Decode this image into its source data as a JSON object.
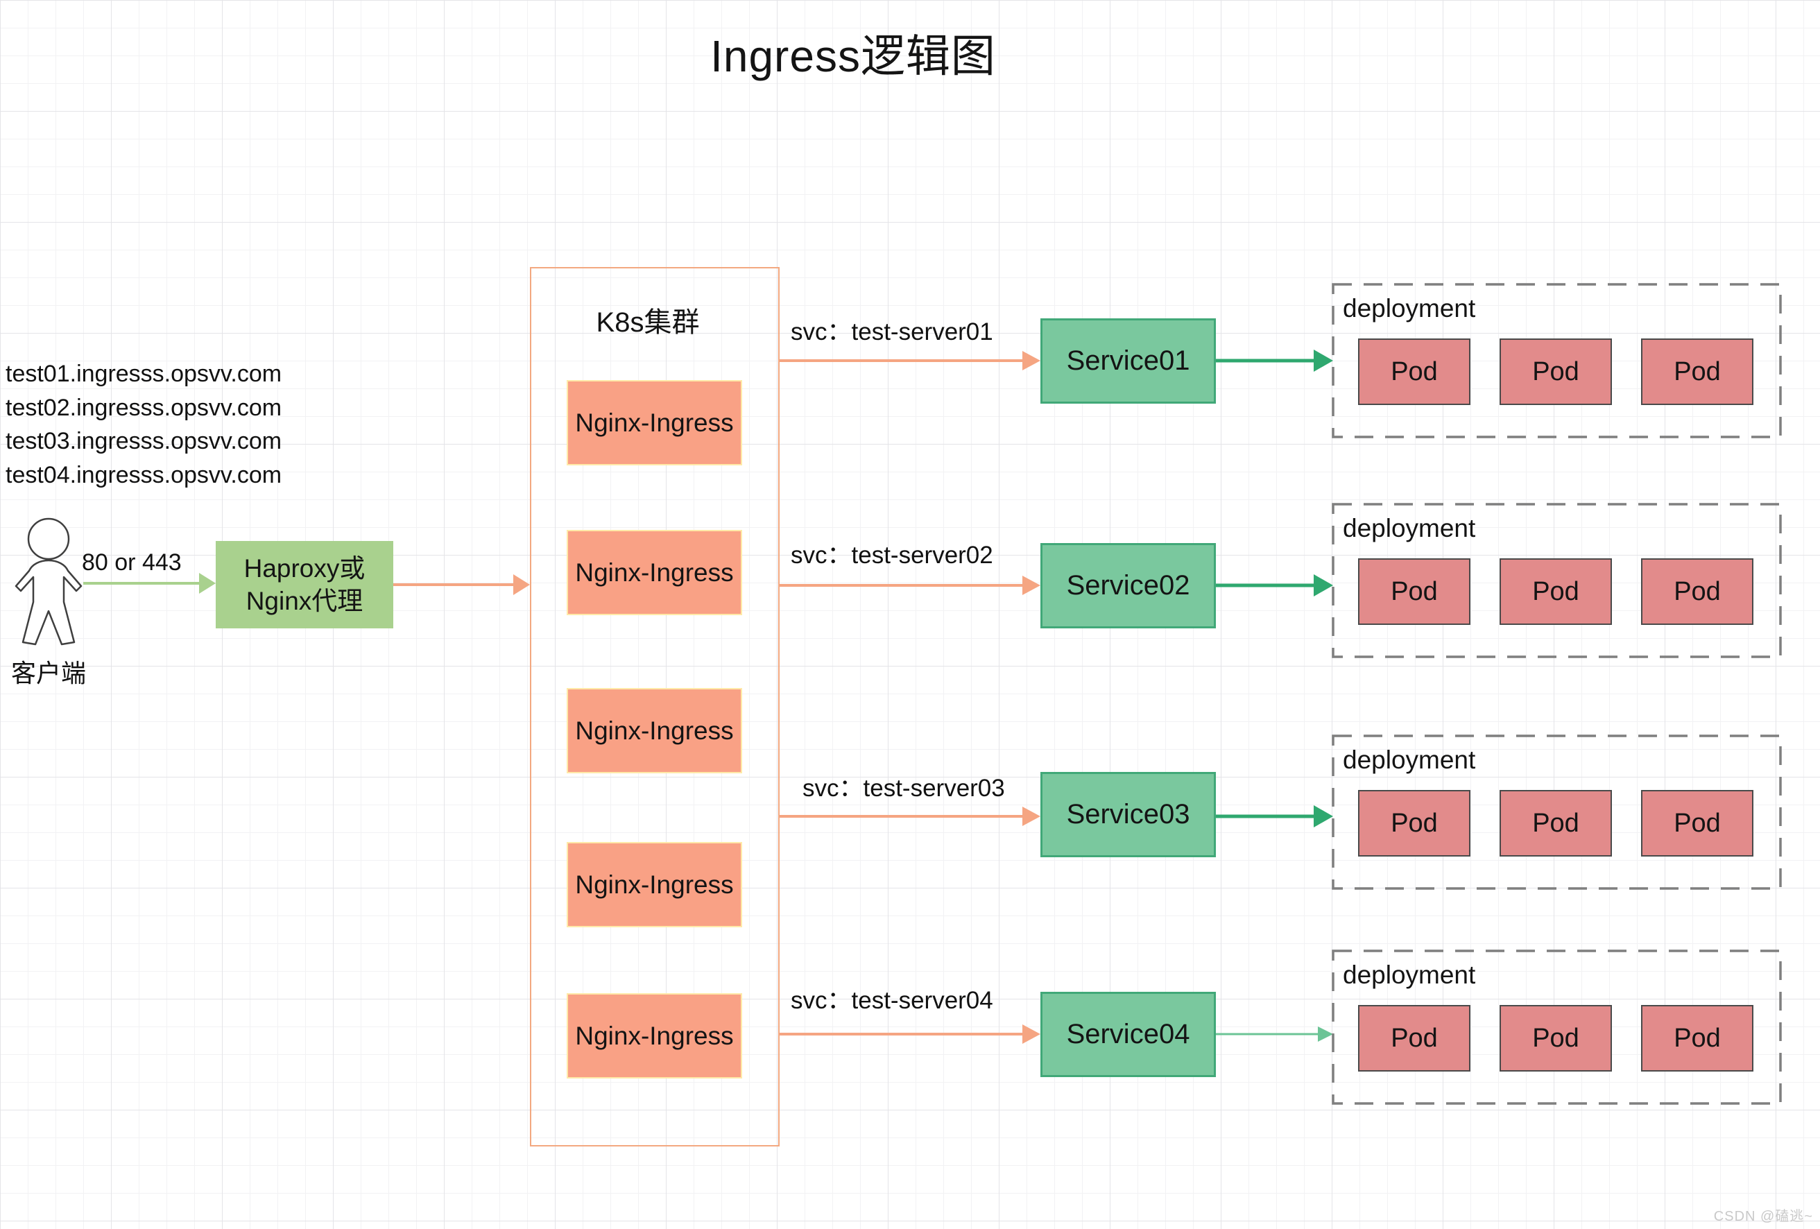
{
  "title": "Ingress逻辑图",
  "domains": {
    "list": [
      "test01.ingresss.opsvv.com",
      "test02.ingresss.opsvv.com",
      "test03.ingresss.opsvv.com",
      "test04.ingresss.opsvv.com"
    ],
    "joined": "test01.ingresss.opsvv.com\ntest02.ingresss.opsvv.com\ntest03.ingresss.opsvv.com\ntest04.ingresss.opsvv.com"
  },
  "client": {
    "label": "客户端",
    "port_label": "80 or 443"
  },
  "proxy": {
    "label": "Haproxy或\nNginx代理"
  },
  "cluster": {
    "label": "K8s集群",
    "ingress_nodes": [
      "Nginx-Ingress",
      "Nginx-Ingress",
      "Nginx-Ingress",
      "Nginx-Ingress",
      "Nginx-Ingress"
    ]
  },
  "rows": [
    {
      "svc_label": "svc：test-server01",
      "service_label": "Service01",
      "deployment_label": "deployment",
      "pods": [
        "Pod",
        "Pod",
        "Pod"
      ]
    },
    {
      "svc_label": "svc：test-server02",
      "service_label": "Service02",
      "deployment_label": "deployment",
      "pods": [
        "Pod",
        "Pod",
        "Pod"
      ]
    },
    {
      "svc_label": "svc：test-server03",
      "service_label": "Service03",
      "deployment_label": "deployment",
      "pods": [
        "Pod",
        "Pod",
        "Pod"
      ]
    },
    {
      "svc_label": "svc：test-server04",
      "service_label": "Service04",
      "deployment_label": "deployment",
      "pods": [
        "Pod",
        "Pod",
        "Pod"
      ]
    }
  ],
  "watermark": "CSDN @磕逃~",
  "colors": {
    "proxy_green": "#a9d18e",
    "client_arrow_green": "#a9d18e",
    "ingress_salmon_fill": "#f9a185",
    "ingress_border_yellow": "#ffe9a8",
    "cluster_border_orange": "#f3a880",
    "salmon_arrow": "#f5a582",
    "service_green_fill": "#7ac89e",
    "service_green_border": "#41a878",
    "green_arrow_dark": "#2fa86f",
    "green_arrow_light": "#6cc496",
    "pod_red_fill": "#e28b8b",
    "deployment_dash_gray": "#7f7f7f"
  }
}
